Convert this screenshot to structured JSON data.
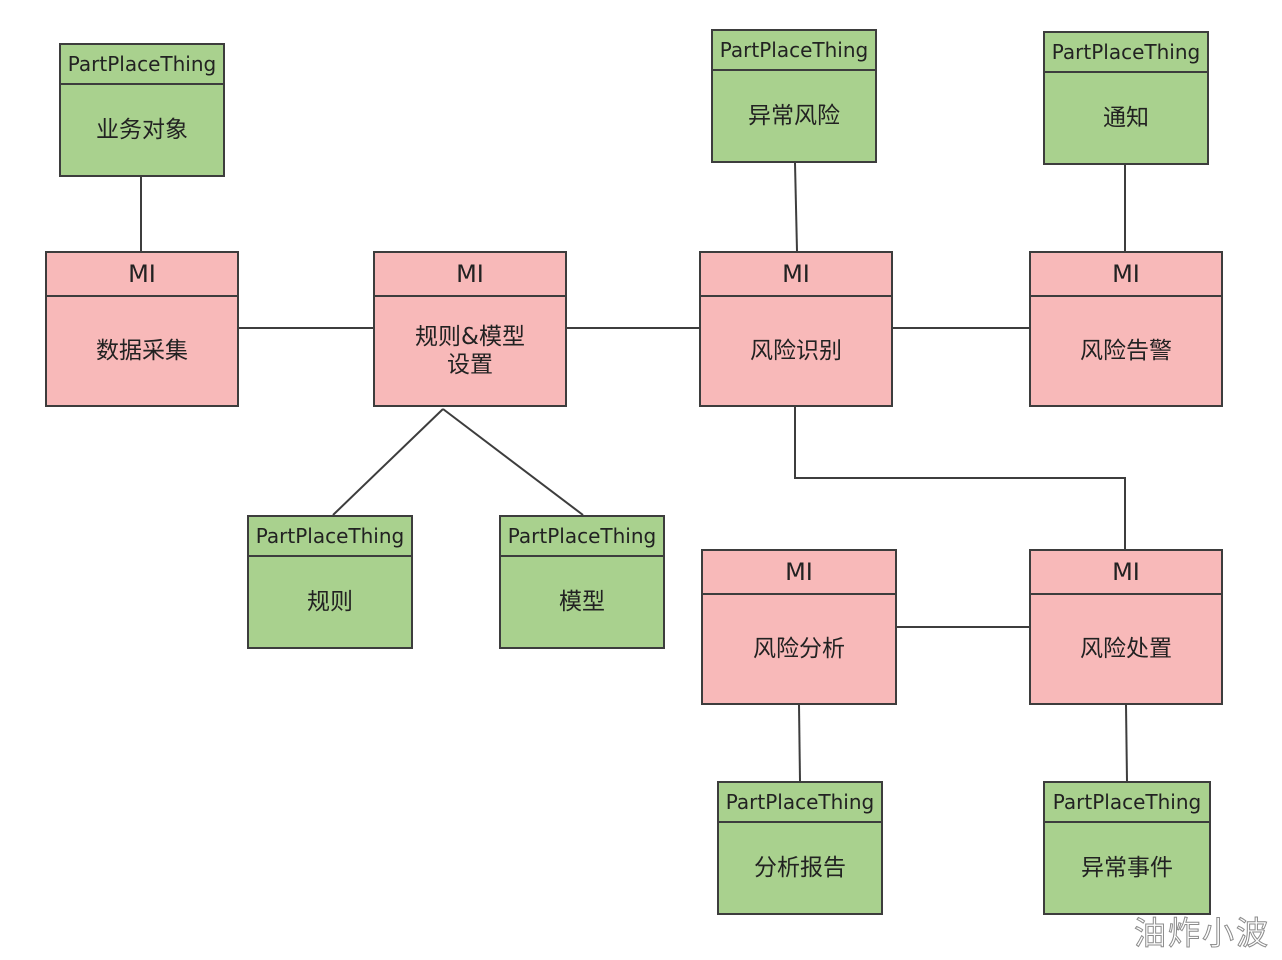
{
  "nodes": [
    {
      "id": "n-business",
      "kind": "green",
      "stereotype": "PartPlaceThing",
      "label": "业务对象"
    },
    {
      "id": "n-collect",
      "kind": "pink",
      "stereotype": "MI",
      "label": "数据采集"
    },
    {
      "id": "n-rules-model",
      "kind": "pink",
      "stereotype": "MI",
      "label": "规则&模型\n设置"
    },
    {
      "id": "n-rule",
      "kind": "green",
      "stereotype": "PartPlaceThing",
      "label": "规则"
    },
    {
      "id": "n-model",
      "kind": "green",
      "stereotype": "PartPlaceThing",
      "label": "模型"
    },
    {
      "id": "n-risk-abnormal",
      "kind": "green",
      "stereotype": "PartPlaceThing",
      "label": "异常风险"
    },
    {
      "id": "n-identify",
      "kind": "pink",
      "stereotype": "MI",
      "label": "风险识别"
    },
    {
      "id": "n-notify",
      "kind": "green",
      "stereotype": "PartPlaceThing",
      "label": "通知"
    },
    {
      "id": "n-alert",
      "kind": "pink",
      "stereotype": "MI",
      "label": "风险告警"
    },
    {
      "id": "n-analysis",
      "kind": "pink",
      "stereotype": "MI",
      "label": "风险分析"
    },
    {
      "id": "n-dispose",
      "kind": "pink",
      "stereotype": "MI",
      "label": "风险处置"
    },
    {
      "id": "n-report",
      "kind": "green",
      "stereotype": "PartPlaceThing",
      "label": "分析报告"
    },
    {
      "id": "n-event",
      "kind": "green",
      "stereotype": "PartPlaceThing",
      "label": "异常事件"
    }
  ],
  "edges": [
    {
      "from": "n-business",
      "to": "n-collect"
    },
    {
      "from": "n-collect",
      "to": "n-rules-model"
    },
    {
      "from": "n-rules-model",
      "to": "n-identify"
    },
    {
      "from": "n-identify",
      "to": "n-alert"
    },
    {
      "from": "n-risk-abnormal",
      "to": "n-identify"
    },
    {
      "from": "n-notify",
      "to": "n-alert"
    },
    {
      "from": "n-rules-model",
      "to": "n-rule"
    },
    {
      "from": "n-rules-model",
      "to": "n-model"
    },
    {
      "from": "n-identify",
      "to": "n-dispose"
    },
    {
      "from": "n-analysis",
      "to": "n-dispose"
    },
    {
      "from": "n-analysis",
      "to": "n-report"
    },
    {
      "from": "n-dispose",
      "to": "n-event"
    }
  ],
  "colors": {
    "mi_fill": "#f8b9b9",
    "ppt_fill": "#a9d18e",
    "stroke": "#3d3d3d"
  },
  "watermark": "油炸小波"
}
